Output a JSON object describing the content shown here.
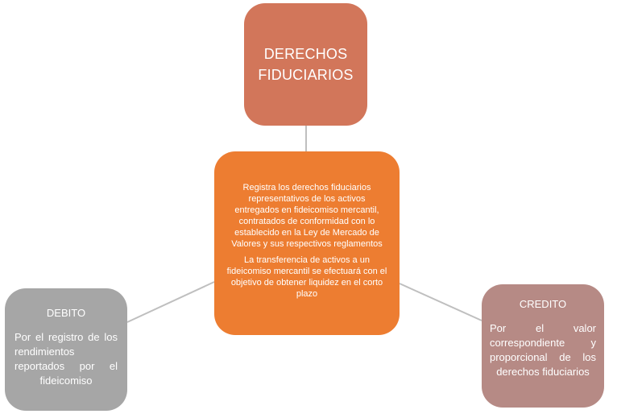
{
  "diagram": {
    "top": {
      "title_line1": "DERECHOS",
      "title_line2": "FIDUCIARIOS"
    },
    "center": {
      "paragraph1": "Registra los derechos fiduciarios representativos de los activos entregados en fideicomiso mercantil, contratados de conformidad con lo establecido en la Ley de Mercado de Valores y sus respectivos reglamentos",
      "paragraph2": "La transferencia de activos a un fideicomiso mercantil se efectuará con el objetivo de obtener liquidez en el corto plazo"
    },
    "left": {
      "heading": "DEBITO",
      "body": "Por el registro de los rendimientos reportados por el fideicomiso"
    },
    "right": {
      "heading": "CREDITO",
      "body": "Por el valor correspondiente y proporcional de los derechos fiduciarios"
    }
  },
  "colors": {
    "top": "#d2765a",
    "center": "#ed7d31",
    "left": "#a6a6a6",
    "right": "#b68a85",
    "connector": "#bfbfbf"
  }
}
